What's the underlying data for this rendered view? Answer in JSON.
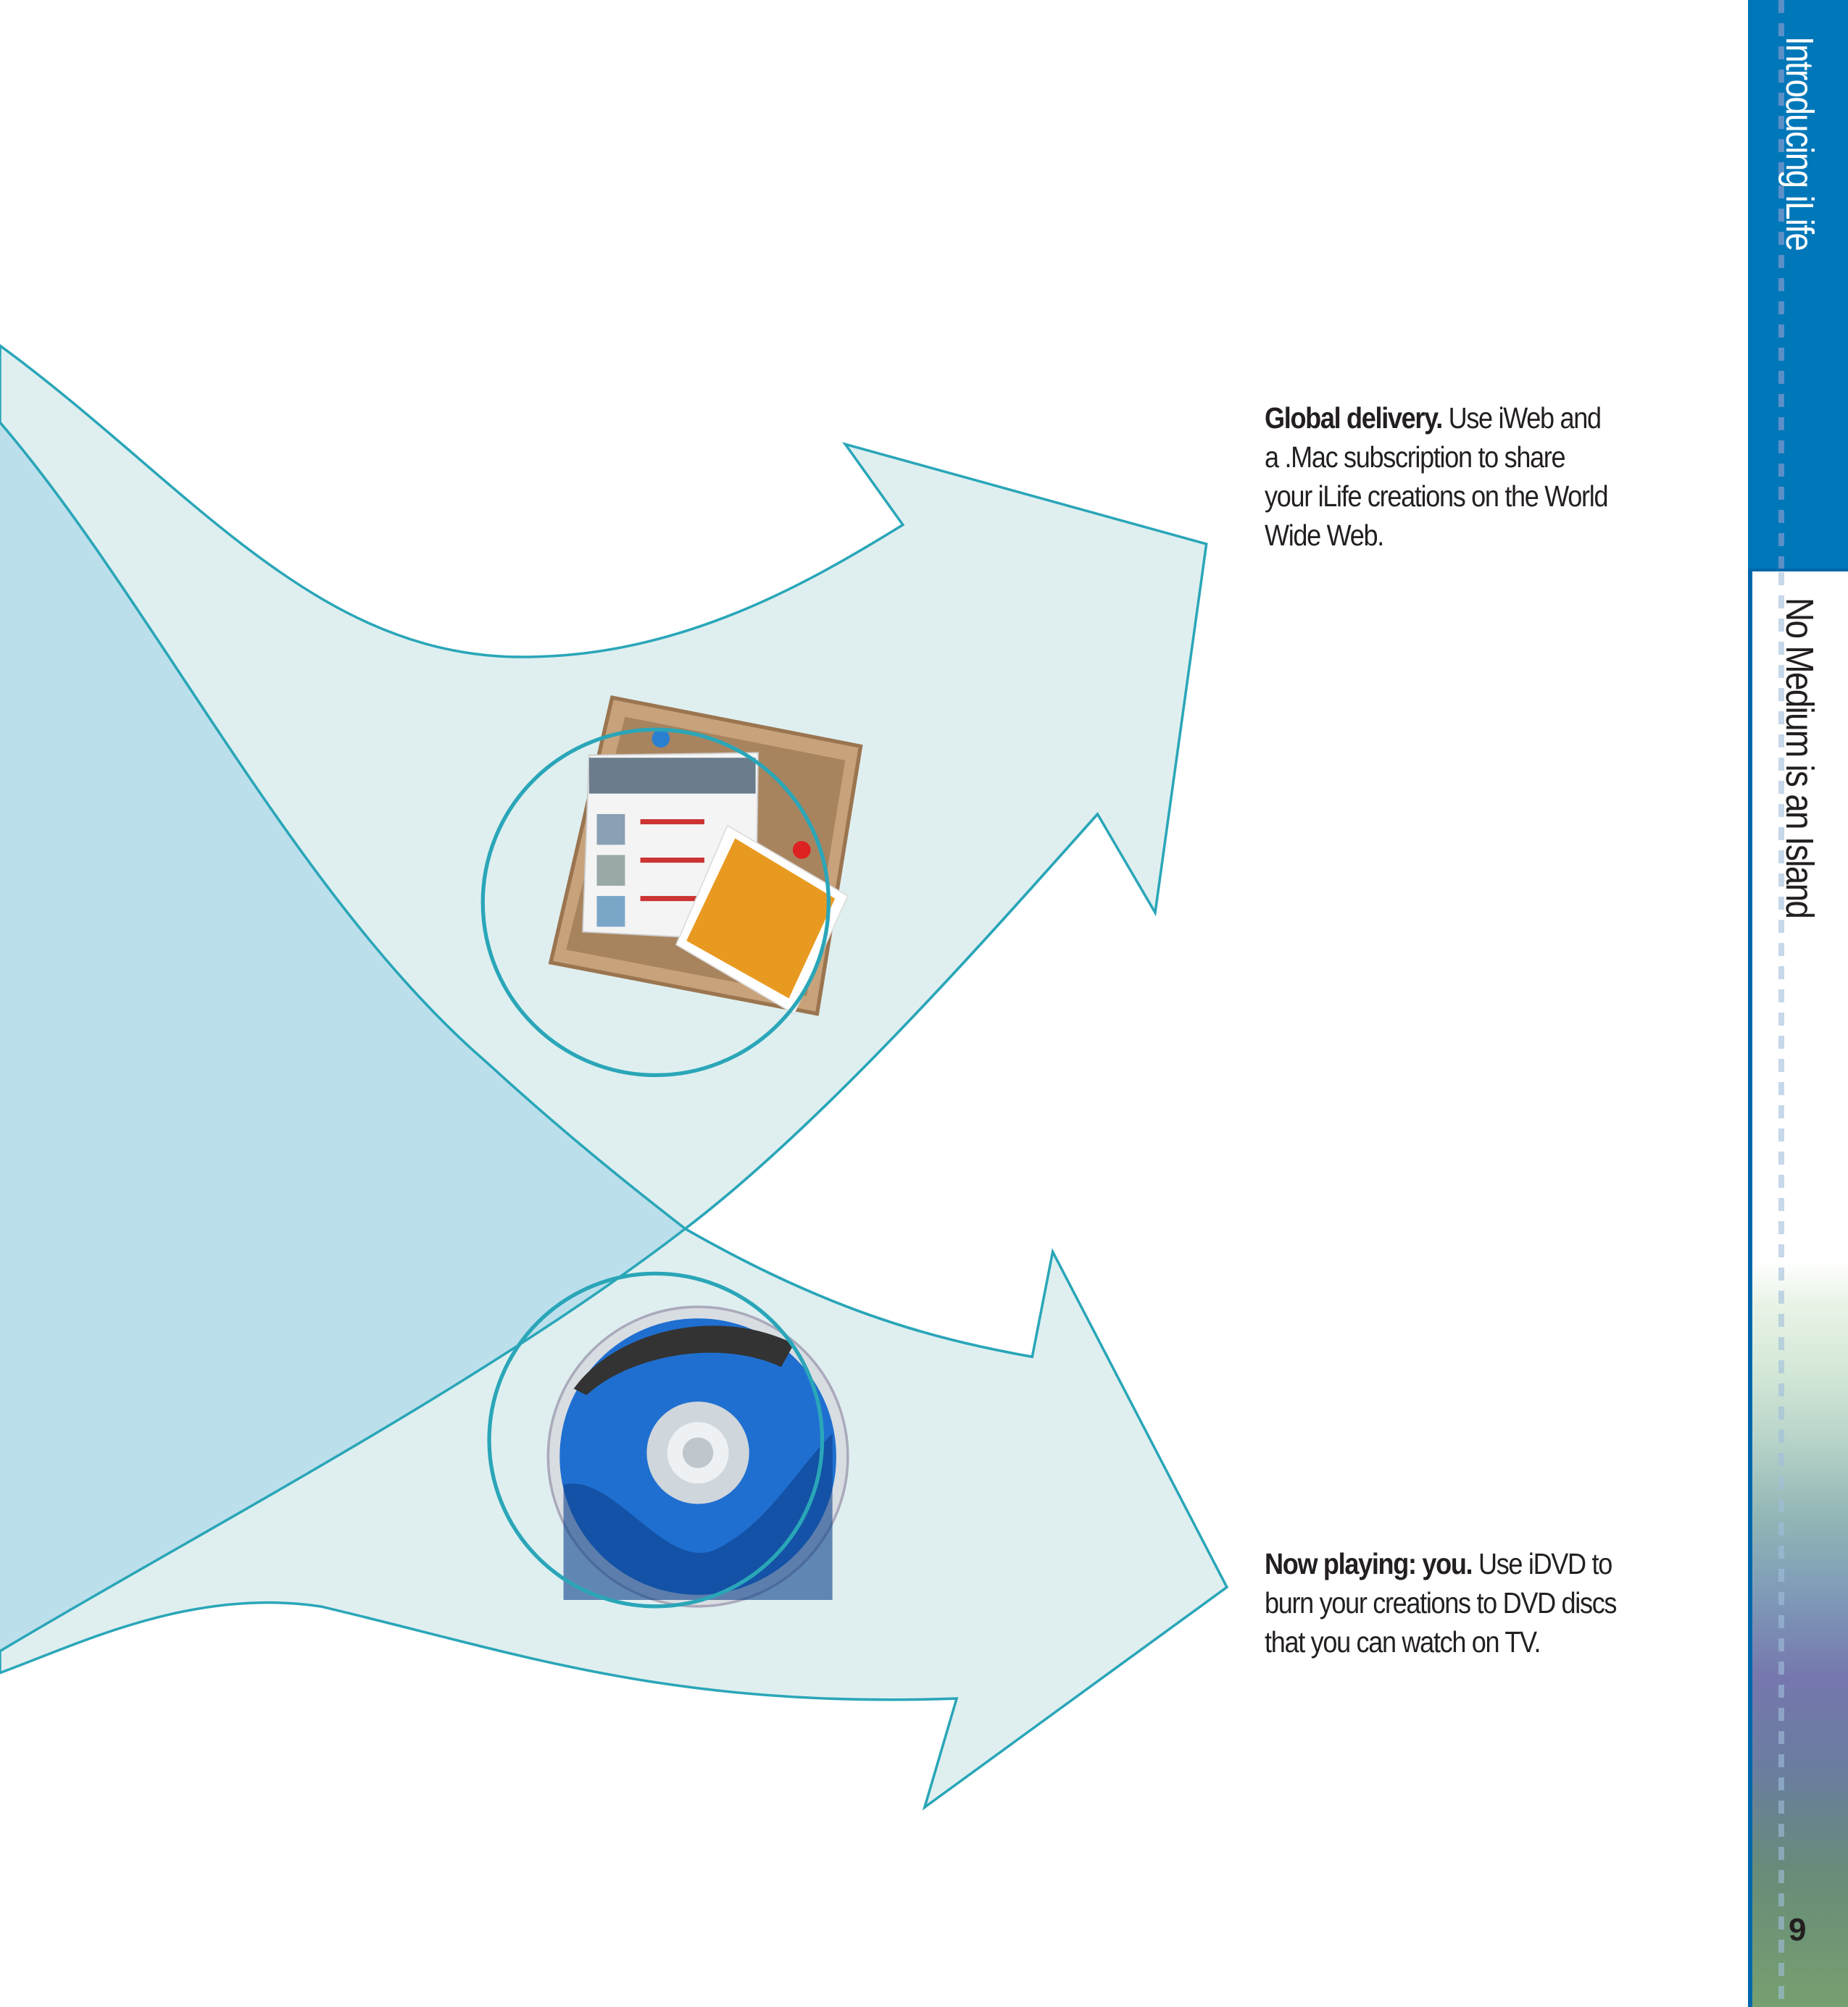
{
  "sidebar": {
    "active_tab": "Introducing iLife",
    "section_tab": "No Medium is an Island",
    "page_number": "9"
  },
  "features": [
    {
      "title": "Global delivery.",
      "lines": [
        " Use iWeb and",
        "a .Mac subscription to share",
        "your iLife creations on the World",
        "Wide Web."
      ]
    },
    {
      "title": "Now playing: you.",
      "lines": [
        " Use iDVD to",
        "burn your creations to DVD discs",
        "that you can watch on TV."
      ]
    }
  ],
  "icons": [
    "iweb-icon",
    "idvd-icon"
  ],
  "colors": {
    "accent_blue": "#0077b9",
    "arrow_stroke": "#2aa6b8",
    "arrow_fill": "#dfeff0",
    "overlap_fill": "#bcdfec"
  }
}
